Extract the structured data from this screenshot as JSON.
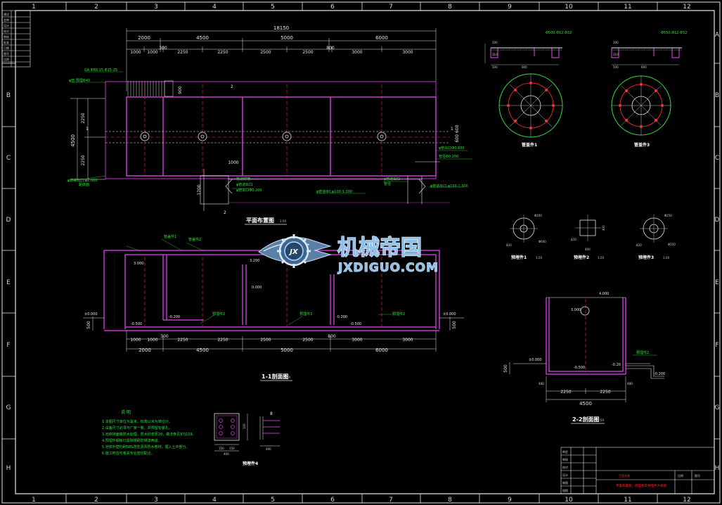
{
  "colors": {
    "background": "#000000",
    "wall": "#c038c8",
    "dim": "#e8e8e8",
    "annotation": "#2fe03a",
    "axis": "#ff3030",
    "watermark": "#8fc0ea",
    "title_red": "#ff2a2a"
  },
  "grid": {
    "columns": [
      "1",
      "2",
      "3",
      "4",
      "5",
      "6",
      "7",
      "8",
      "9",
      "10",
      "11",
      "12"
    ],
    "rows": [
      "A",
      "B",
      "C",
      "D",
      "E",
      "F",
      "G",
      "H"
    ]
  },
  "plan": {
    "total": "18150",
    "top_segments": [
      "2000",
      "4500",
      "5000",
      "6000"
    ],
    "top_sub": [
      "1000",
      "1000",
      "300",
      "2250",
      "2250",
      "2500",
      "2500",
      "800",
      "3000",
      "3000"
    ],
    "left_total": "4500",
    "left_segments": [
      "2250",
      "2250"
    ],
    "right_dim": "600 600",
    "bottom_dims": [
      "1000",
      "1700",
      "900"
    ],
    "labels": [
      "2",
      "2",
      "1",
      "1"
    ],
    "title": "平面布置图",
    "scale": "1:50"
  },
  "section1": {
    "title": "1-1剖面图",
    "scale": "1:50",
    "levels": [
      "3.000",
      "3.200",
      "±0.000",
      "±0.000",
      "-0.200",
      "-0.500",
      "-0.200",
      "-0.500",
      "0.000"
    ],
    "bottom_segments": [
      "2000",
      "4500",
      "5000",
      "6000"
    ],
    "bottom_sub": [
      "1000",
      "1000",
      "300",
      "2250",
      "2250",
      "2500",
      "2500",
      "800",
      "3000",
      "3000"
    ],
    "side_dim": "500",
    "side_dim_right": "500"
  },
  "section2": {
    "title": "2-2剖面图",
    "scale": "1:50",
    "levels": [
      "4.000",
      "3.000",
      "±0.000",
      "-0.500",
      "-0.20",
      "-0.200"
    ],
    "side_dim": "500",
    "bottom_segments": [
      "2250",
      "2250"
    ],
    "bottom_total": "4500",
    "edge_dims": [
      "400",
      "400"
    ]
  },
  "embed_details": {
    "detail1_title": "预埋件1",
    "detail2_title": "预埋件2",
    "detail3_title": "预埋件3",
    "scale": "1:20",
    "d1_dims": [
      "Φ200",
      "Φ600",
      "Δ10"
    ],
    "d2_dims": [
      "400",
      "400",
      "Δ10"
    ],
    "d3_dims": [
      "Φ250",
      "Φ550",
      "Δ10"
    ]
  },
  "cover_details": {
    "left_title": "管盖件1",
    "right_title": "管盖件3",
    "left_dims": [
      "200",
      "310",
      "600",
      "500"
    ],
    "right_dims": [
      "200",
      "310",
      "600",
      "500"
    ]
  },
  "notes": {
    "heading": "说  明",
    "items": [
      "1.本图尺寸单位为毫米，标高以米为单位计。",
      "2.设备尺寸必须与厂家一致，并预留安装孔。",
      "3.池体抹面做防水处理，防水砂浆厚20，做法参见97J159。",
      "4.预埋件钢板均需除锈刷防锈漆两道。",
      "5.池体外壁均刷SBS改性沥青防水卷材，埋入土中部分。",
      "6.施工时应与有关专业密切配合。"
    ]
  },
  "anchor": {
    "title": "预埋件4",
    "dims": [
      "150",
      "150",
      "100",
      "400",
      "400",
      "8"
    ]
  },
  "title_block": {
    "project_label": "工程名称",
    "drawing_name": "平面布置图、剖面图及预埋件大样图",
    "scale_label": "比例",
    "sheet_label": "图号",
    "rows": [
      "审定",
      "审核",
      "校对",
      "设计",
      "制图",
      "描图"
    ]
  },
  "watermark": {
    "cn": "机械帝国",
    "en": "JXDIGUO.COM",
    "logo": "JX"
  },
  "revision_block": {
    "rows": [
      "建设",
      "会审",
      "设计",
      "校对",
      "审核",
      "批准",
      "日期",
      "图号",
      "比例"
    ]
  }
}
